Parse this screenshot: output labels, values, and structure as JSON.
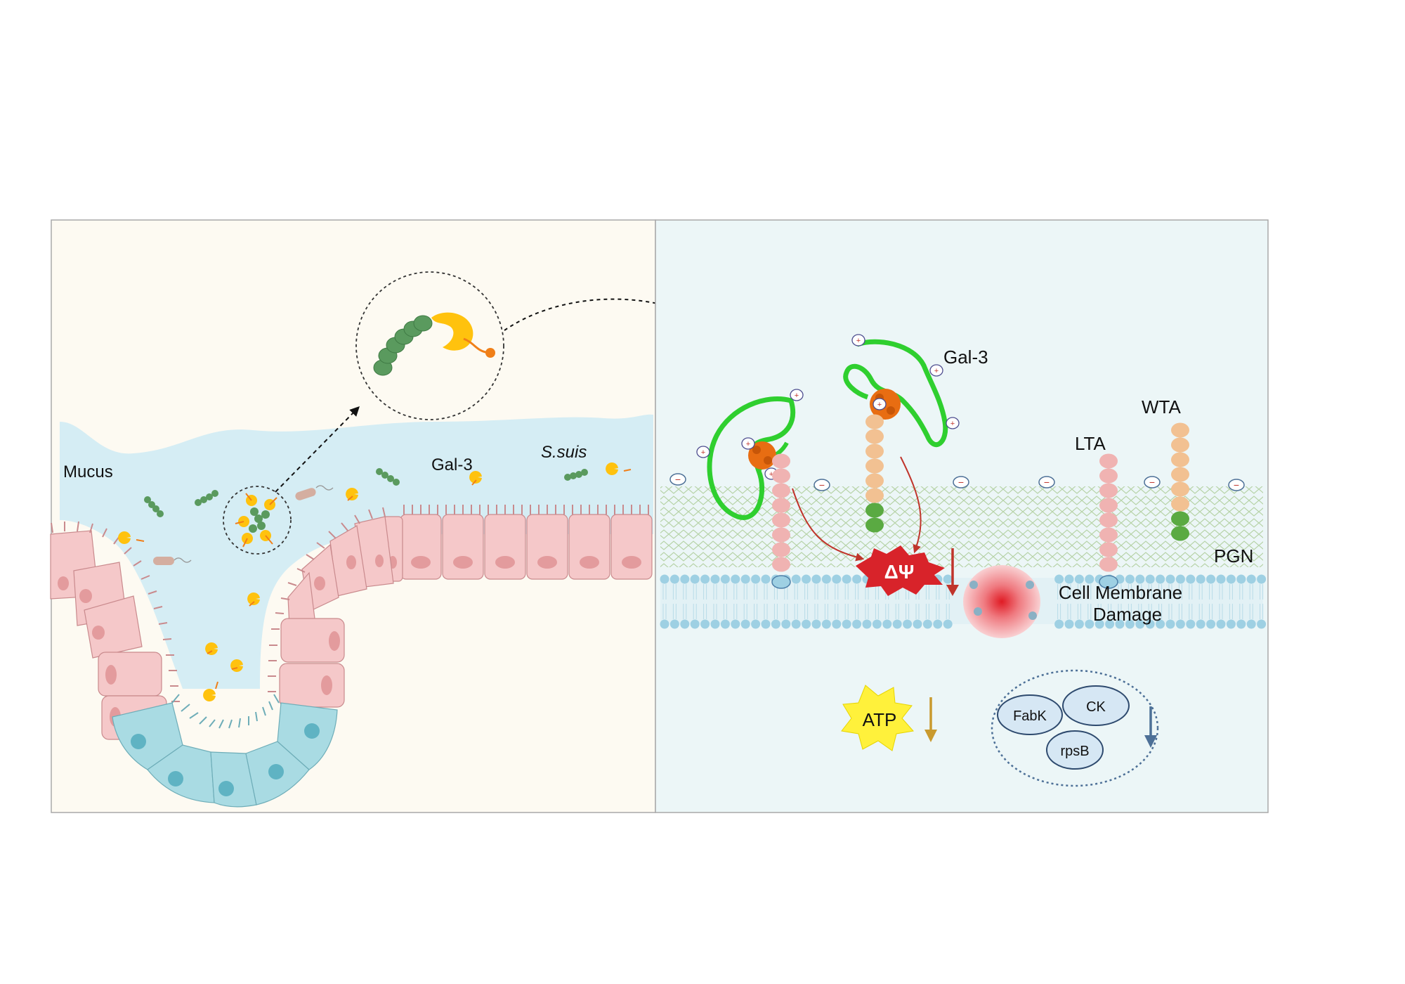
{
  "left_panel": {
    "labels": {
      "mucus": "Mucus",
      "gal3": "Gal-3",
      "ssuis": "S.suis"
    }
  },
  "right_panel": {
    "labels": {
      "gal3": "Gal-3",
      "lta": "LTA",
      "wta": "WTA",
      "pgn": "PGN",
      "delta_psi": "ΔΨ",
      "membrane_damage_line1": "Cell Membrane",
      "membrane_damage_line2": "Damage",
      "atp": "ATP",
      "fabk": "FabK",
      "ck": "CK",
      "rpsb": "rpsB"
    },
    "charge_symbols": {
      "negative": "−",
      "positive": "+"
    }
  },
  "colors": {
    "left_bg": "#fdfaf2",
    "right_bg": "#ecf6f7",
    "mucus": "#d5edf4",
    "epithelial": "#f5c8c9",
    "crypt_base": "#a9dbe3",
    "bacteria": "#5a9a5e",
    "gal3_yellow": "#ffc20e",
    "gal3_tail": "#f07f18",
    "gal3_coil": "#2fcf2f",
    "lta_bead": "#f0b3b2",
    "wta_bead": "#f2c192",
    "anchor_green": "#5aaa42",
    "lipid_head": "#9ed0e3",
    "damage_red": "#e23a3e",
    "atp_star": "#fff13b",
    "arrow_red": "#c0342b",
    "arrow_gold": "#c99a2e",
    "arrow_blue": "#4d7097"
  }
}
